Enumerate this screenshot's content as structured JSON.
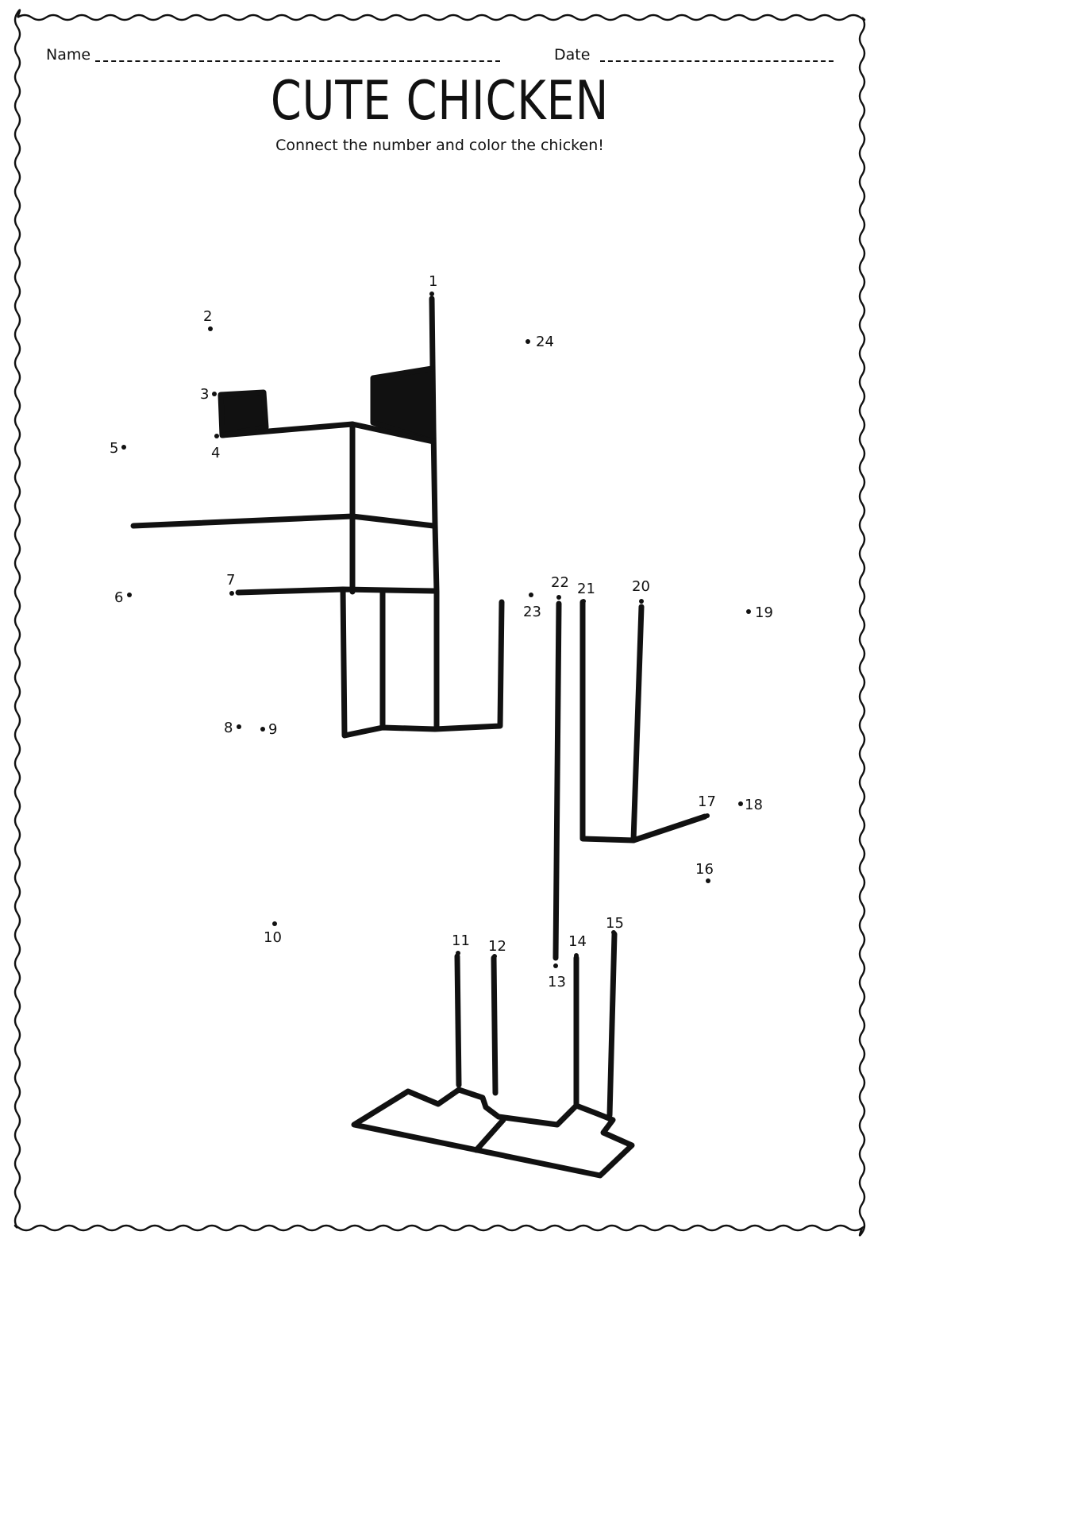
{
  "header": {
    "name_label": "Name",
    "date_label": "Date"
  },
  "worksheet": {
    "title": "CUTE CHICKEN",
    "instruction": "Connect the number and color the chicken!"
  },
  "dots": [
    {
      "label": "1"
    },
    {
      "label": "2"
    },
    {
      "label": "3"
    },
    {
      "label": "4"
    },
    {
      "label": "5"
    },
    {
      "label": "6"
    },
    {
      "label": "7"
    },
    {
      "label": "8"
    },
    {
      "label": "9"
    },
    {
      "label": "10"
    },
    {
      "label": "11"
    },
    {
      "label": "12"
    },
    {
      "label": "13"
    },
    {
      "label": "14"
    },
    {
      "label": "15"
    },
    {
      "label": "16"
    },
    {
      "label": "17"
    },
    {
      "label": "18"
    },
    {
      "label": "19"
    },
    {
      "label": "20"
    },
    {
      "label": "21"
    },
    {
      "label": "22"
    },
    {
      "label": "23"
    },
    {
      "label": "24"
    }
  ],
  "colors": {
    "ink": "#111111",
    "background": "#ffffff"
  }
}
